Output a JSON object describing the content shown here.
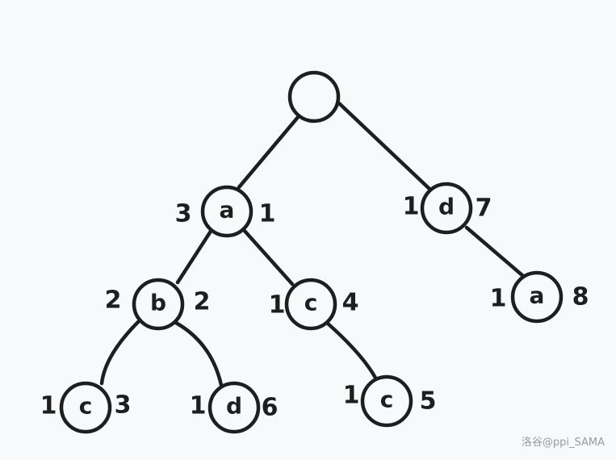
{
  "tree": {
    "root": {
      "label": ""
    },
    "n_a1": {
      "label": "a",
      "left": "3",
      "right": "1"
    },
    "n_d1": {
      "label": "d",
      "left": "1",
      "right": "7"
    },
    "n_b": {
      "label": "b",
      "left": "2",
      "right": "2"
    },
    "n_c1": {
      "label": "c",
      "left": "1",
      "right": "4"
    },
    "n_a2": {
      "label": "a",
      "left": "1",
      "right": "8"
    },
    "n_c2": {
      "label": "c",
      "left": "1",
      "right": "3"
    },
    "n_d2": {
      "label": "d",
      "left": "1",
      "right": "6"
    },
    "n_c3": {
      "label": "c",
      "left": "1",
      "right": "5"
    }
  },
  "watermark": "洛谷@ppi_SAMA"
}
